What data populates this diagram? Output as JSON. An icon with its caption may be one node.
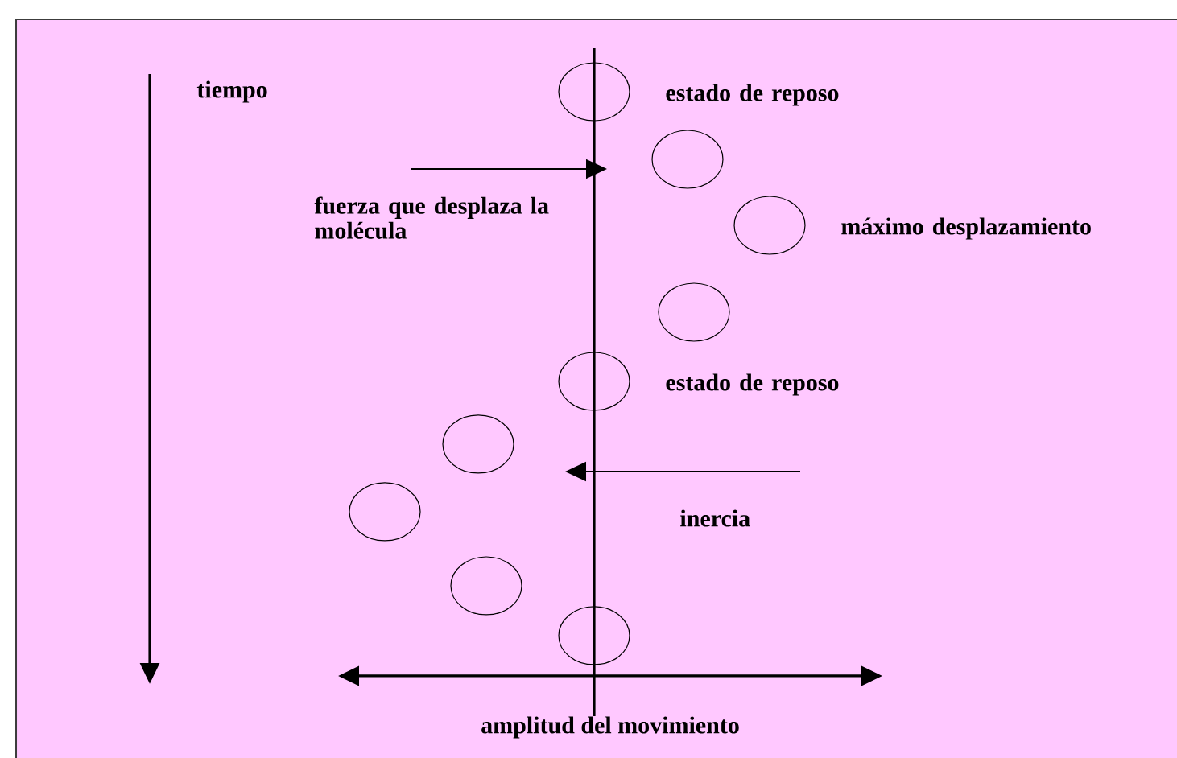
{
  "diagram": {
    "nodes": [
      {
        "text": [],
        "shape": "circle",
        "beside": [
          "estado de reposo"
        ]
      },
      {
        "text": [],
        "shape": "circle"
      },
      {
        "text": [],
        "shape": "circle",
        "beside": [
          "máximo desplazamiento"
        ]
      },
      {
        "text": [],
        "shape": "circle"
      },
      {
        "text": [],
        "shape": "circle",
        "beside": [
          "estado de reposo"
        ]
      },
      {
        "text": [],
        "shape": "circle"
      },
      {
        "text": [],
        "shape": "circle"
      },
      {
        "text": [],
        "shape": "circle"
      },
      {
        "text": [],
        "shape": "circle"
      }
    ],
    "labels": [
      "tiempo",
      "fuerza que desplaza la molécula",
      "inercia",
      "amplitud del movimiento"
    ]
  }
}
